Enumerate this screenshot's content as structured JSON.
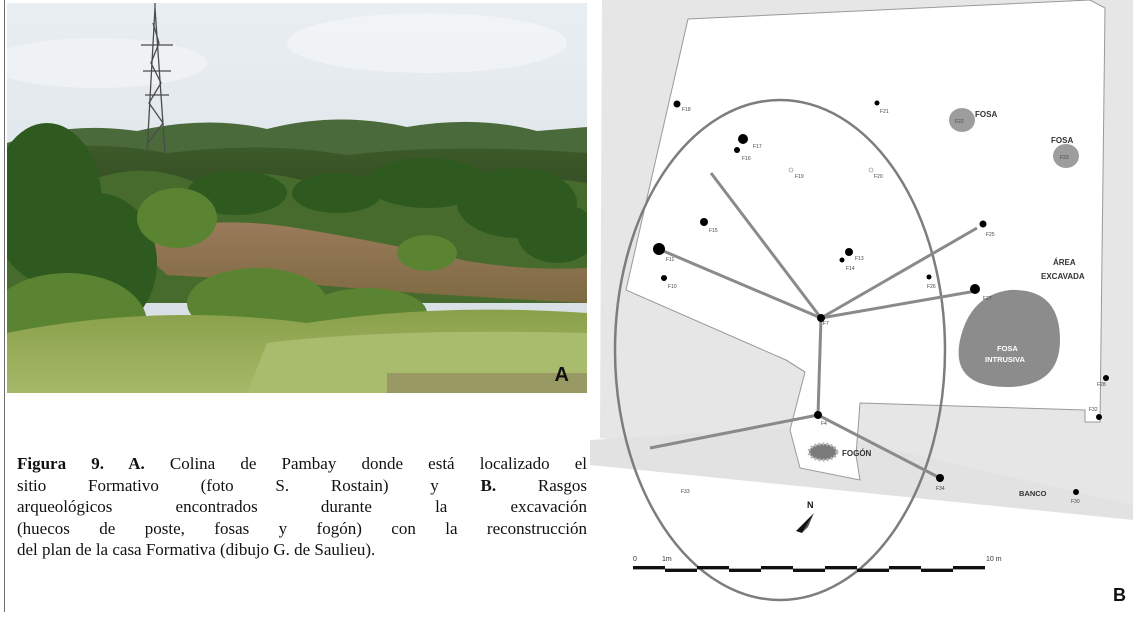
{
  "photo": {
    "letter": "A"
  },
  "caption": {
    "lines": [
      {
        "parts": [
          {
            "b": "Figura 9. A."
          },
          {
            "t": " Colina de Pambay donde está localizado el"
          }
        ]
      },
      {
        "parts": [
          {
            "t": "sitio Formativo (foto S. Rostain) y "
          },
          {
            "b": "B."
          },
          {
            "t": " Rasgos"
          }
        ]
      },
      {
        "parts": [
          {
            "t": "arqueológicos encontrados durante la excavación"
          }
        ]
      },
      {
        "parts": [
          {
            "t": "(huecos de poste, fosas y fogón) con la reconstrucción"
          }
        ]
      },
      {
        "parts": [
          {
            "t": "del plan de la casa Formativa (dibujo G. de Saulieu)."
          }
        ]
      }
    ]
  },
  "plan": {
    "letter": "B",
    "labels": {
      "fosa_1": "FOSA",
      "fosa_2": "FOSA",
      "area_1": "ÁREA",
      "area_2": "EXCAVADA",
      "fosa_intrusiva_1": "FOSA",
      "fosa_intrusiva_2": "INTRUSIVA",
      "fogon": "FOGÓN",
      "banco": "BANCO",
      "north": "N"
    },
    "scale": {
      "start": "0",
      "one": "1m",
      "ten": "10 m"
    },
    "features": [
      {
        "id": "F18",
        "label": "F18"
      },
      {
        "id": "F21",
        "label": "F21"
      },
      {
        "id": "F22",
        "label": "F22"
      },
      {
        "id": "F23",
        "label": "F23"
      },
      {
        "id": "F17",
        "label": "F17"
      },
      {
        "id": "F16",
        "label": "F16"
      },
      {
        "id": "F19",
        "label": "F19"
      },
      {
        "id": "F20",
        "label": "F20"
      },
      {
        "id": "F15",
        "label": "F15"
      },
      {
        "id": "F25",
        "label": "F25"
      },
      {
        "id": "F11",
        "label": "F11"
      },
      {
        "id": "F13",
        "label": "F13"
      },
      {
        "id": "F14",
        "label": "F14"
      },
      {
        "id": "F10",
        "label": "F10"
      },
      {
        "id": "F26",
        "label": "F26"
      },
      {
        "id": "F27",
        "label": "F27"
      },
      {
        "id": "F7",
        "label": "F7"
      },
      {
        "id": "F28",
        "label": "F28"
      },
      {
        "id": "F32",
        "label": "F32"
      },
      {
        "id": "F4",
        "label": "F4"
      },
      {
        "id": "F34",
        "label": "F34"
      },
      {
        "id": "F30",
        "label": "F30"
      },
      {
        "id": "F33",
        "label": "F33"
      }
    ]
  }
}
